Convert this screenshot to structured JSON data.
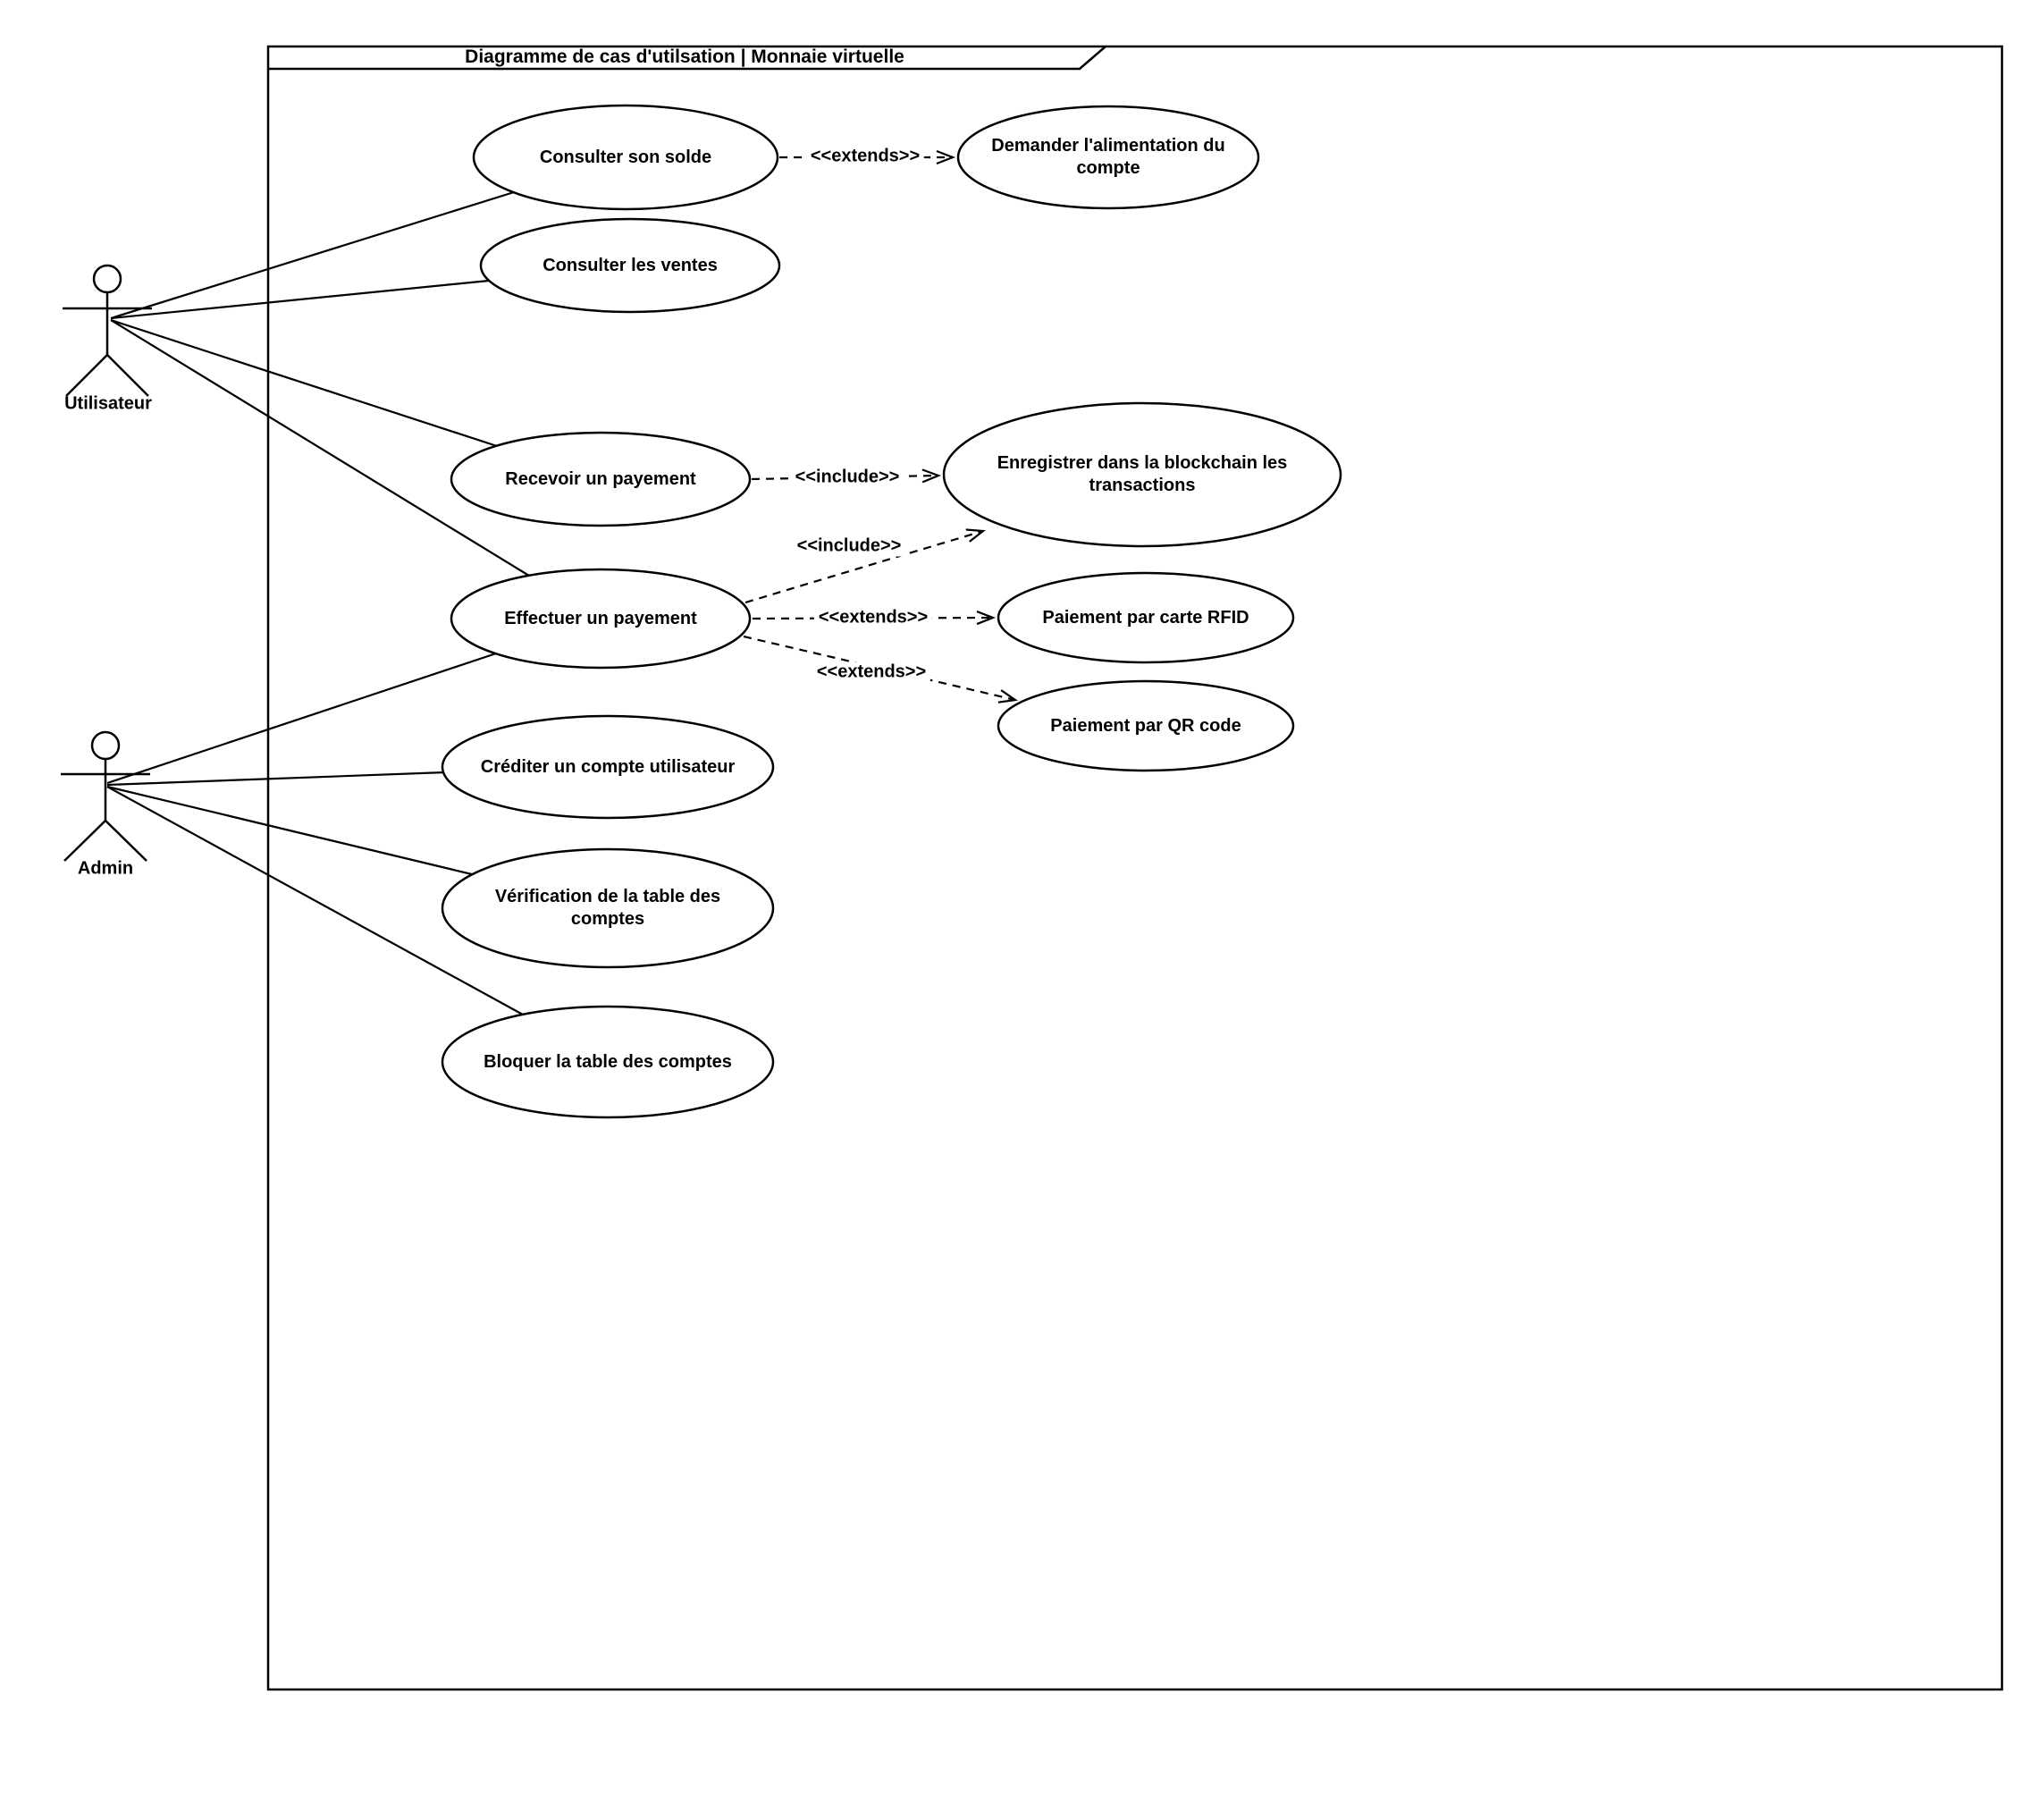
{
  "title": "Diagramme de cas d'utilsation | Monnaie virtuelle",
  "actors": {
    "utilisateur": {
      "label": "Utilisateur"
    },
    "admin": {
      "label": "Admin"
    }
  },
  "use_cases": {
    "consulter_solde": {
      "label": "Consulter son solde"
    },
    "consulter_ventes": {
      "label": "Consulter les ventes"
    },
    "demander_alimentation": {
      "label": "Demander l'alimentation du compte"
    },
    "recevoir_payement": {
      "label": "Recevoir un payement"
    },
    "enregistrer_blockchain": {
      "label": "Enregistrer dans la blockchain les transactions"
    },
    "effectuer_payement": {
      "label": "Effectuer un payement"
    },
    "paiement_rfid": {
      "label": "Paiement par carte RFID"
    },
    "paiement_qr": {
      "label": "Paiement par QR code"
    },
    "crediter_compte": {
      "label": "Créditer un compte utilisateur"
    },
    "verification_table": {
      "label": "Vérification de la table des comptes"
    },
    "bloquer_table": {
      "label": "Bloquer la table des comptes"
    }
  },
  "relationships": {
    "edges": [
      {
        "stereotype": "<<extends>>",
        "from": "Consulter son solde",
        "to": "Demander l'alimentation du compte"
      },
      {
        "stereotype": "<<include>>",
        "from": "Recevoir un payement",
        "to": "Enregistrer dans la blockchain les transactions"
      },
      {
        "stereotype": "<<include>>",
        "from": "Effectuer un payement",
        "to": "Enregistrer dans la blockchain les transactions"
      },
      {
        "stereotype": "<<extends>>",
        "from": "Effectuer un payement",
        "to": "Paiement par carte RFID"
      },
      {
        "stereotype": "<<extends>>",
        "from": "Effectuer un payement",
        "to": "Paiement par QR code"
      }
    ],
    "associations": [
      {
        "actor": "Utilisateur",
        "use_case": "Consulter son solde"
      },
      {
        "actor": "Utilisateur",
        "use_case": "Consulter les ventes"
      },
      {
        "actor": "Utilisateur",
        "use_case": "Recevoir un payement"
      },
      {
        "actor": "Utilisateur",
        "use_case": "Effectuer un payement"
      },
      {
        "actor": "Admin",
        "use_case": "Effectuer un payement"
      },
      {
        "actor": "Admin",
        "use_case": "Créditer un compte utilisateur"
      },
      {
        "actor": "Admin",
        "use_case": "Vérification de la table des comptes"
      },
      {
        "actor": "Admin",
        "use_case": "Bloquer la table des comptes"
      }
    ]
  },
  "colors": {
    "stroke": "#000000",
    "shape_fill": "#ffffff",
    "background": "#ffffff"
  }
}
